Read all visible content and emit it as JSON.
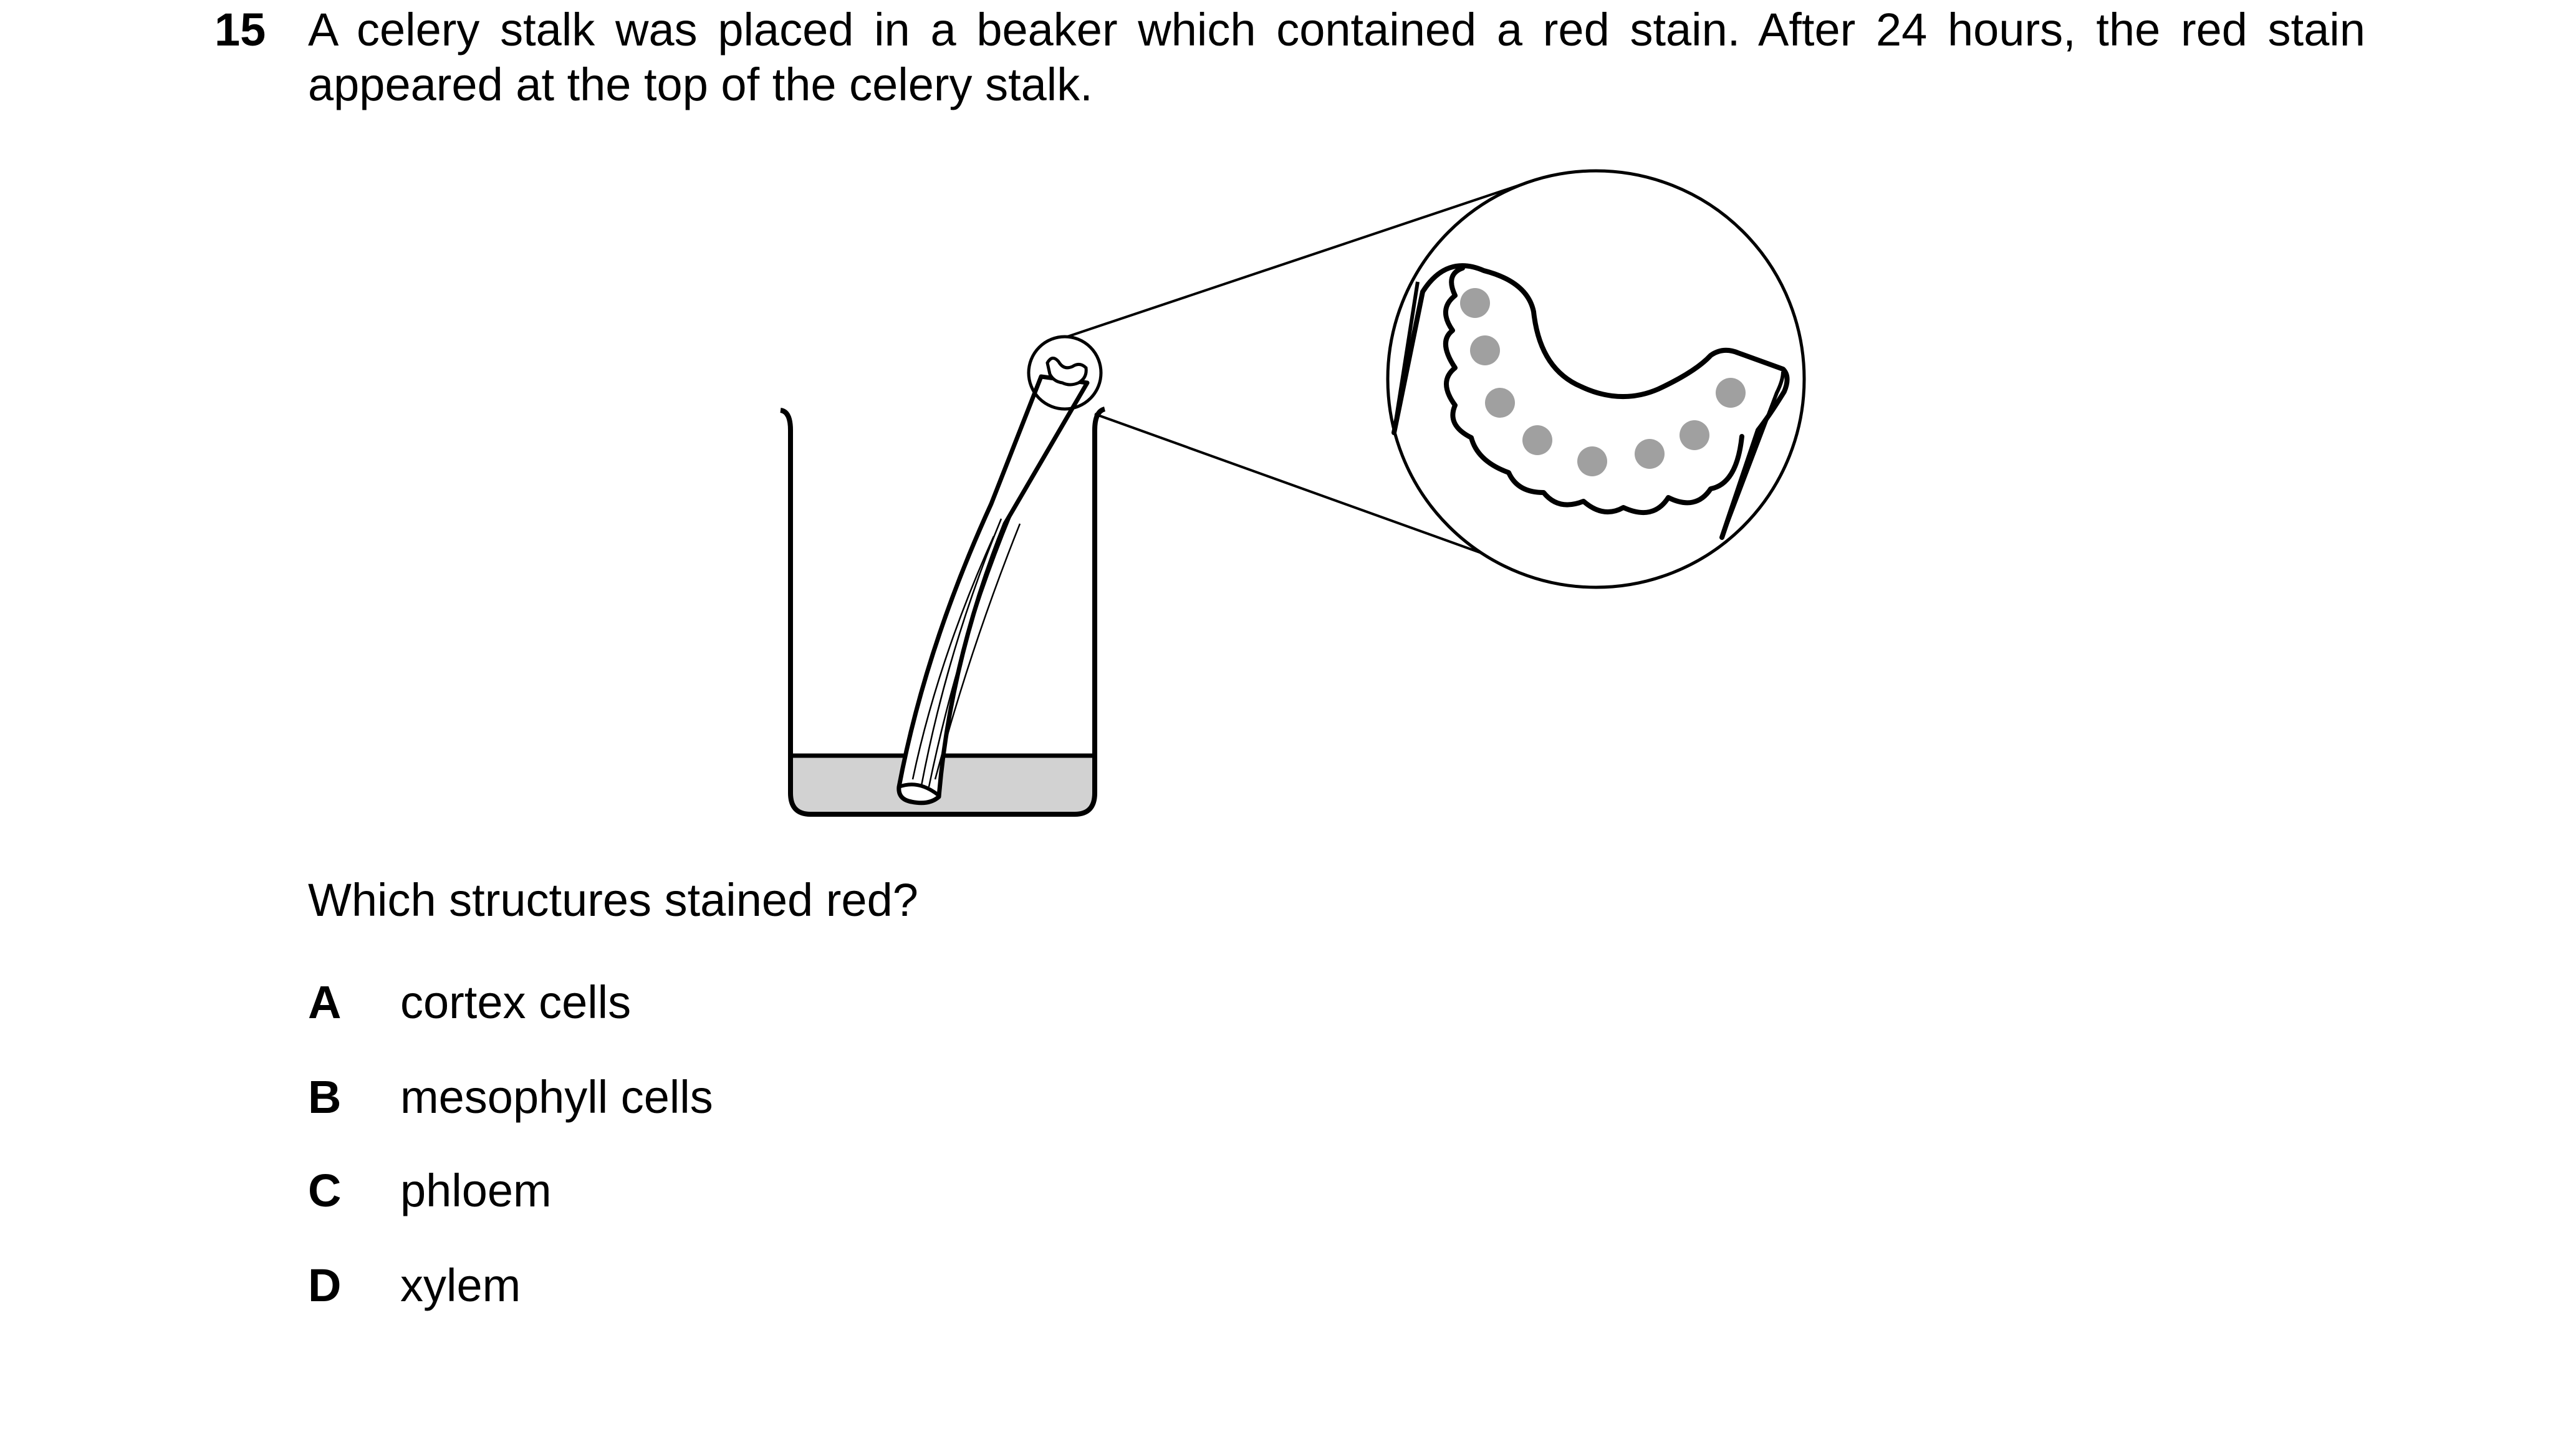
{
  "question": {
    "number": "15",
    "stem": "A celery stalk was placed in a beaker which contained a red stain. After 24 hours, the red stain appeared at the top of the celery stalk.",
    "prompt": "Which structures stained red?",
    "options": [
      {
        "letter": "A",
        "text": "cortex cells"
      },
      {
        "letter": "B",
        "text": "mesophyll cells"
      },
      {
        "letter": "C",
        "text": "phloem"
      },
      {
        "letter": "D",
        "text": "xylem"
      }
    ]
  },
  "colors": {
    "ink": "#000000",
    "stain_liquid": "#d2d2d2",
    "vascular_bundle": "#a0a0a0"
  }
}
